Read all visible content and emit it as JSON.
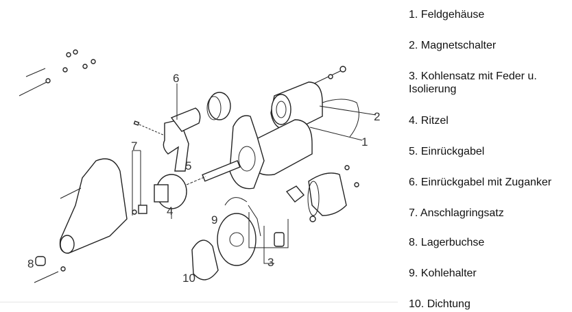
{
  "diagram": {
    "callouts": [
      "1",
      "2",
      "3",
      "4",
      "5",
      "6",
      "7",
      "8",
      "9",
      "10"
    ]
  },
  "legend": [
    {
      "text": "1. Feldgehäuse"
    },
    {
      "text": "2. Magnetschalter"
    },
    {
      "text": "3. Kohlensatz mit Feder u. Isolierung"
    },
    {
      "text": "4. Ritzel"
    },
    {
      "text": "5. Einrückgabel"
    },
    {
      "text": "6. Einrückgabel mit Zuganker"
    },
    {
      "text": "7. Anschlagringsatz"
    },
    {
      "text": "8. Lagerbuchse"
    },
    {
      "text": "9. Kohlehalter"
    },
    {
      "text": "10. Dichtung"
    }
  ]
}
